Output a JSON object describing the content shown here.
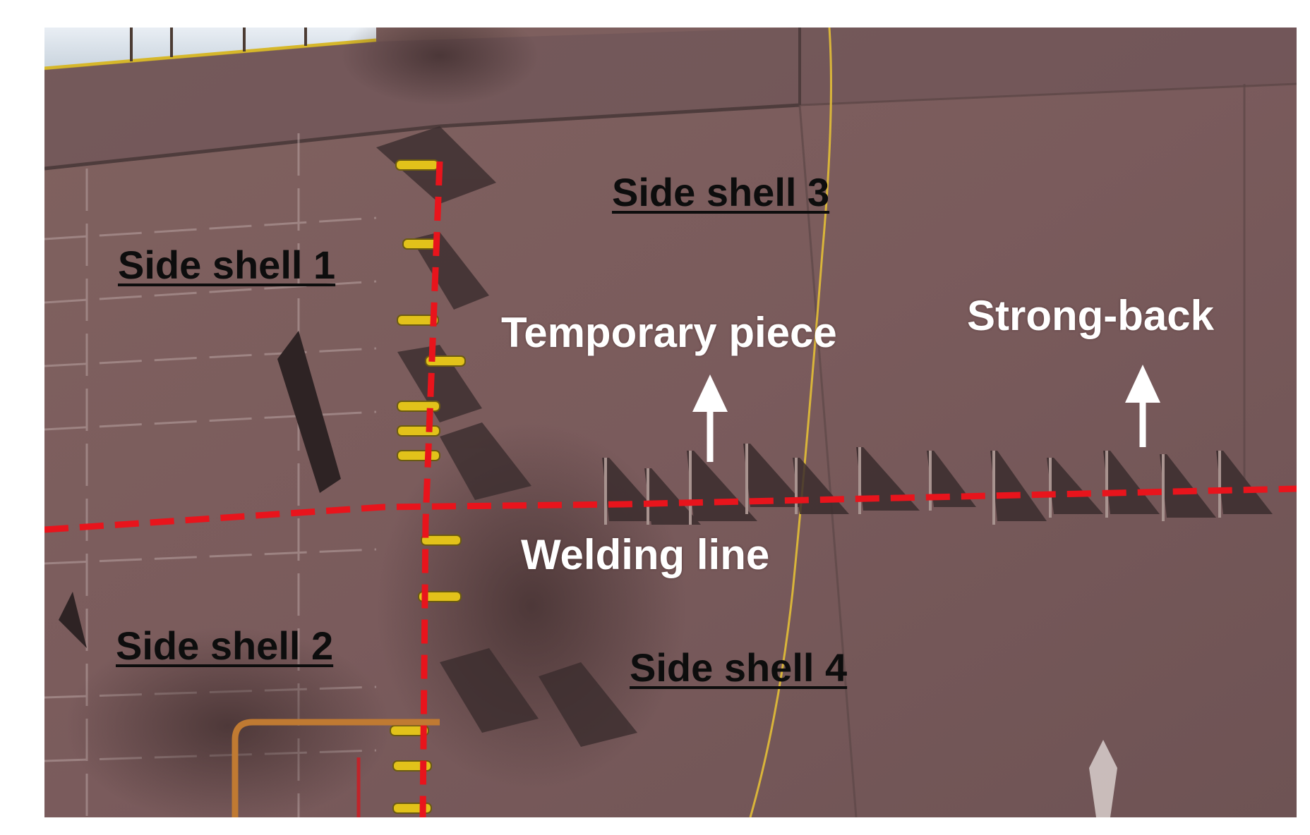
{
  "labels": {
    "side_shell_1": "Side shell 1",
    "side_shell_2": "Side shell 2",
    "side_shell_3": "Side shell 3",
    "side_shell_4": "Side shell 4",
    "temporary_piece": "Temporary piece",
    "strong_back": "Strong-back",
    "welding_line": "Welding line"
  },
  "colors": {
    "hull_plate": "#7a5d5f",
    "hull_plate_dark": "#5e4748",
    "welding_line_dash": "#e8141c",
    "clamp_yellow": "#e2c21a",
    "label_dark": "#0d0d0d",
    "label_light": "#ffffff",
    "sky": "#dfe7ee"
  },
  "icons": {
    "temporary_piece_arrow": "arrow-up-icon",
    "strong_back_arrow": "arrow-up-icon"
  }
}
